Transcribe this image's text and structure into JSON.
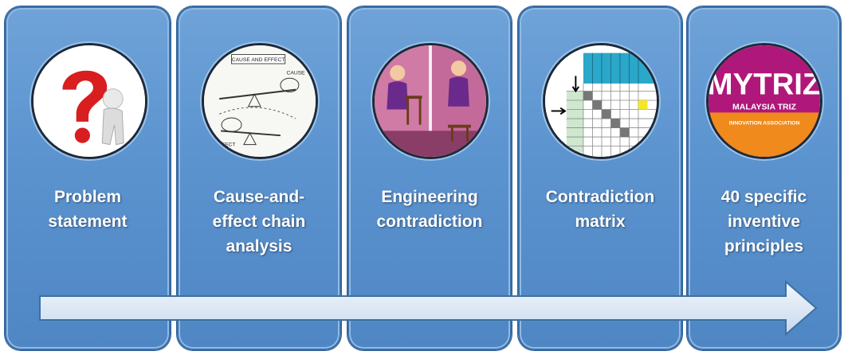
{
  "steps": [
    {
      "label_lines": [
        "Problem",
        "statement"
      ]
    },
    {
      "label_lines": [
        "Cause-and-",
        "effect chain",
        "analysis"
      ]
    },
    {
      "label_lines": [
        "Engineering",
        "contradiction"
      ]
    },
    {
      "label_lines": [
        "Contradiction",
        "matrix"
      ]
    },
    {
      "label_lines": [
        "40 specific",
        "inventive",
        "principles"
      ]
    }
  ],
  "images": {
    "cause_effect_sketch_text": [
      "CAUSE AND EFFECT",
      "CAUSE",
      "EFFECT"
    ],
    "logo_text": [
      "MYTRIZ",
      "MALAYSIA TRIZ",
      "INNOVATION ASSOCIATION"
    ]
  },
  "colors": {
    "panel": "#5b93cf",
    "panel_border": "#3c6fa8",
    "arrow_fill": "#dce8f5",
    "label_text": "#ffffff",
    "question_mark": "#d81e1e",
    "logo_magenta": "#b0177a",
    "logo_orange": "#f08a1c"
  }
}
